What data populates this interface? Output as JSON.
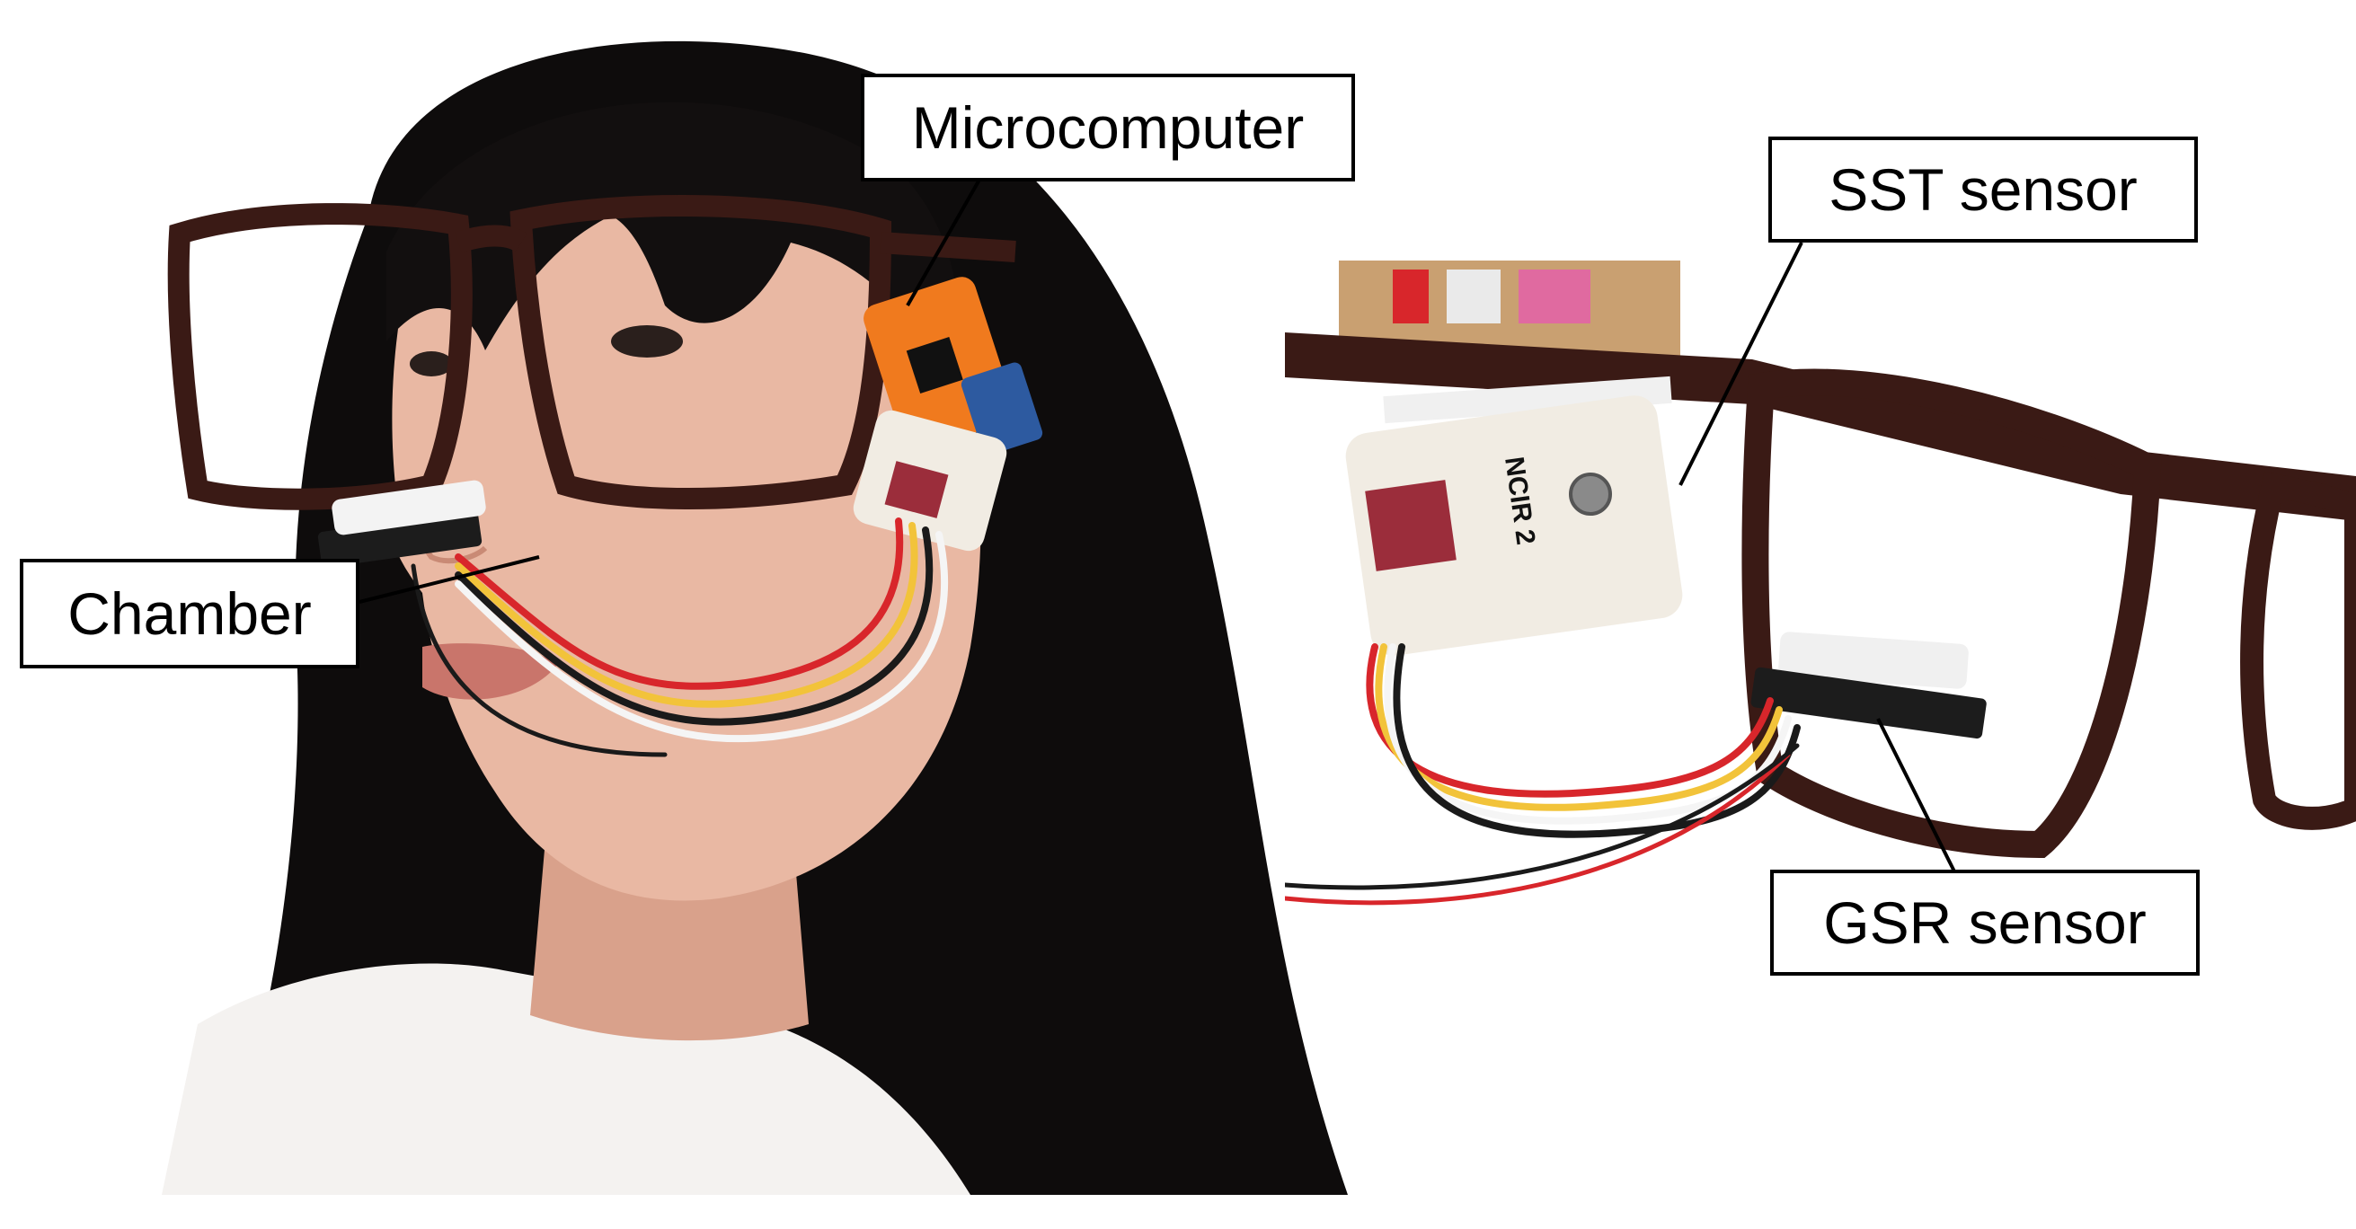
{
  "labels": {
    "microcomputer": "Microcomputer",
    "chamber": "Chamber",
    "sst_sensor": "SST sensor",
    "gsr_sensor": "GSR sensor"
  },
  "module_text": {
    "ncir": "NCIR 2"
  },
  "colors": {
    "hair": "#0e0c0c",
    "skin": "#e9b8a3",
    "frame": "#3a1a15",
    "device_orange": "#f07a1e",
    "module_white": "#f1ece3",
    "wire_red": "#d8262b",
    "wire_yellow": "#f2c33a",
    "wire_black": "#1a1a1a",
    "wire_white": "#f5f5f5"
  }
}
